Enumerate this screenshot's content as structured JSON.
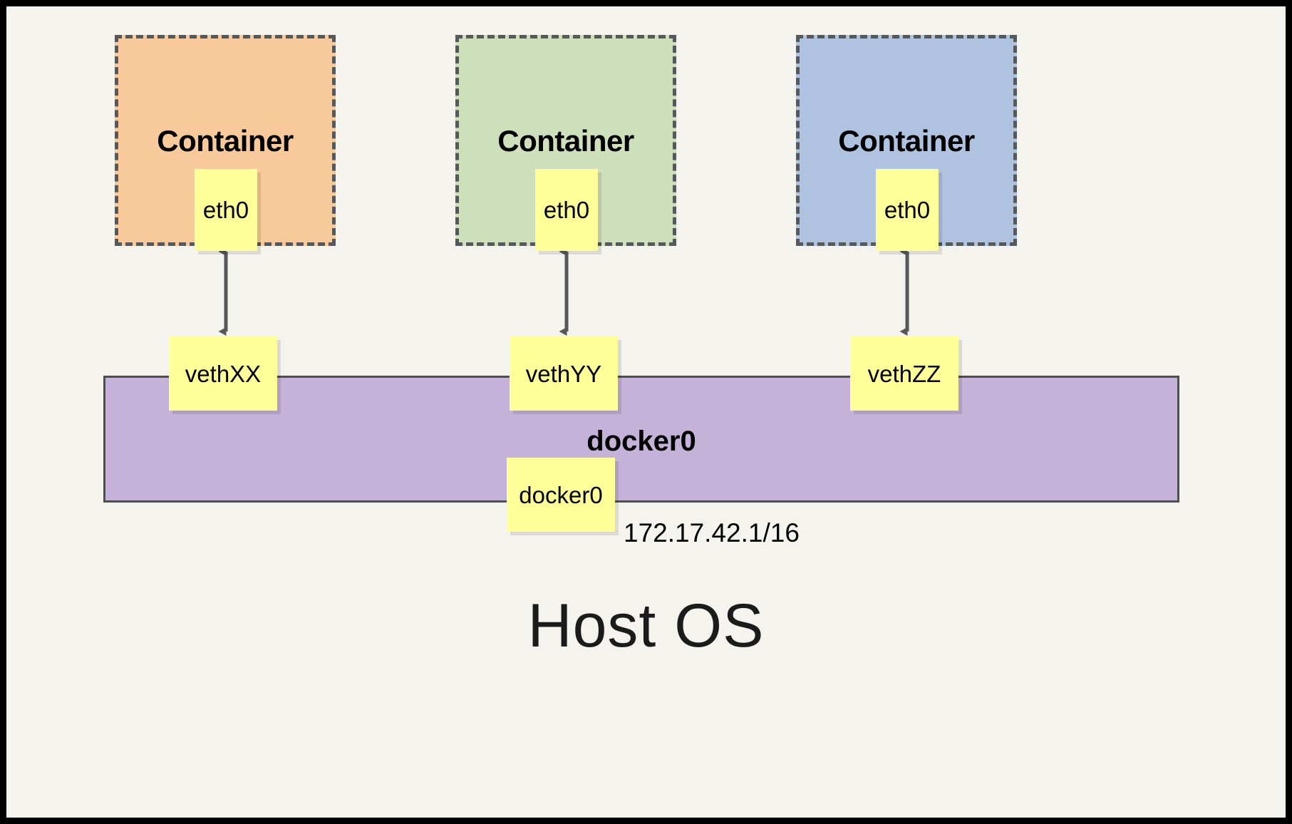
{
  "diagram": {
    "title_text": "Host OS",
    "background_color": "#f4f3ee",
    "border_color": "#000000",
    "bridge": {
      "label": "docker0",
      "endpoint_label": "docker0",
      "ip_address": "172.17.42.1/16",
      "color": "#c4b2d8"
    },
    "containers": [
      {
        "title": "Container",
        "interface": "eth0",
        "color": "#f8c99b",
        "veth": "vethXX"
      },
      {
        "title": "Container",
        "interface": "eth0",
        "color": "#cedfbc",
        "veth": "vethYY"
      },
      {
        "title": "Container",
        "interface": "eth0",
        "color": "#afc3e0",
        "veth": "vethZZ"
      }
    ],
    "links": [
      {
        "from": "eth0",
        "to": "vethXX",
        "direction": "bidirectional"
      },
      {
        "from": "eth0",
        "to": "vethYY",
        "direction": "bidirectional"
      },
      {
        "from": "eth0",
        "to": "vethZZ",
        "direction": "bidirectional"
      }
    ],
    "colors": {
      "note_fill": "#ffff99",
      "dashed_border": "#55595b",
      "arrow": "#555758"
    }
  }
}
